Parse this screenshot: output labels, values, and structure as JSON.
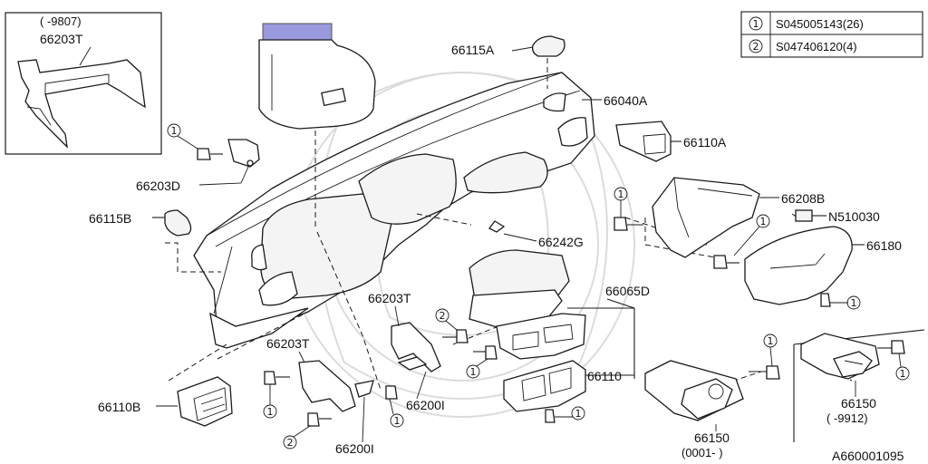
{
  "inset": {
    "range": "(  -9807)",
    "part": "66203T"
  },
  "callout_table": {
    "rows": [
      {
        "num": "1",
        "code": "S045005143(26)"
      },
      {
        "num": "2",
        "code": "S047406120(4)"
      }
    ]
  },
  "labels": {
    "p66115A": "66115A",
    "p66040A": "66040A",
    "p66110A": "66110A",
    "p66203D": "66203D",
    "p66208B": "66208B",
    "p66115B": "66115B",
    "pN510030": "N510030",
    "p66242G": "66242G",
    "p66180": "66180",
    "p66065D": "66065D",
    "p66203T_a": "66203T",
    "p66203T_b": "66203T",
    "p66110": "66110",
    "p66200I_a": "66200I",
    "p66200I_b": "66200I",
    "p66110B": "66110B",
    "p66150_a": "66150",
    "p66150_a_range": "(0001-   )",
    "p66150_b": "66150",
    "p66150_b_range": "(   -9912)",
    "diagram_code": "A660001095"
  },
  "callouts": {
    "c1": "1",
    "c2": "2"
  },
  "highlight_color": "#9999dd"
}
